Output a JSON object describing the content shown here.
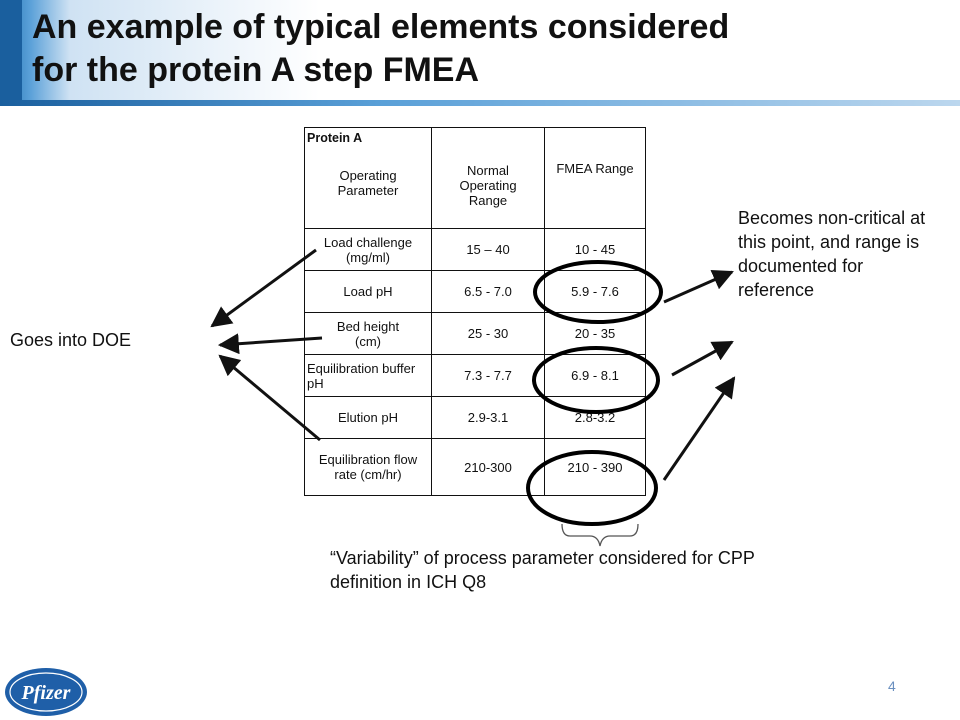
{
  "slide": {
    "title_line1": "An example of typical elements considered",
    "title_line2": "for the protein A step FMEA",
    "page_number": "4"
  },
  "table": {
    "corner_label": "Protein A",
    "headers": [
      "Operating Parameter",
      "Normal Operating Range",
      "FMEA Range"
    ],
    "rows": [
      {
        "parameter": "Load challenge (mg/ml)",
        "normal": "15 – 40",
        "fmea": "10 - 45"
      },
      {
        "parameter": "Load pH",
        "normal": "6.5 - 7.0",
        "fmea": "5.9 - 7.6"
      },
      {
        "parameter": "Bed height (cm)",
        "normal": "25 - 30",
        "fmea": "20 - 35"
      },
      {
        "parameter": "Equilibration buffer pH",
        "normal": "7.3 - 7.7",
        "fmea": "6.9 - 8.1"
      },
      {
        "parameter": "Elution pH",
        "normal": "2.9-3.1",
        "fmea": "2.8-3.2"
      },
      {
        "parameter": "Equilibration flow rate (cm/hr)",
        "normal": "210-300",
        "fmea": "210 - 390"
      }
    ]
  },
  "annotations": {
    "left": "Goes into DOE",
    "right": "Becomes non-critical at this point, and range is documented for reference",
    "bottom": "“Variability” of process parameter considered for CPP definition in ICH Q8"
  },
  "logo": {
    "text": "Pfizer",
    "color": "#1f5fa8"
  },
  "colors": {
    "accent": "#1a5f9e",
    "page_number": "#6a8fbf"
  }
}
